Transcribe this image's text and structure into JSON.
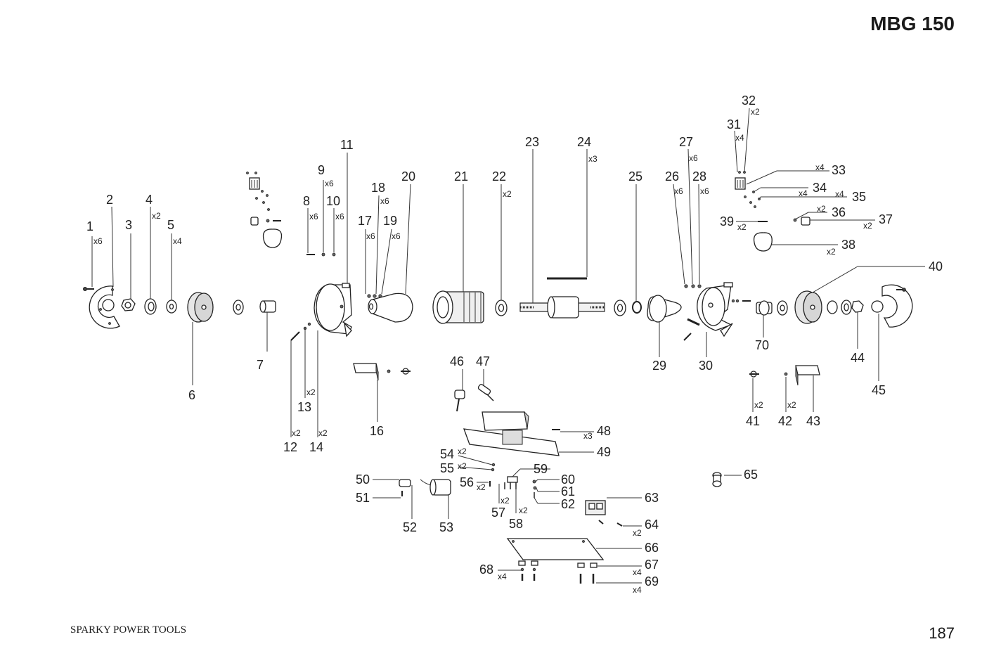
{
  "header": {
    "model": "MBG 150"
  },
  "footer": {
    "brand": "SPARKY POWER TOOLS",
    "page": "187"
  },
  "labels": [
    {
      "n": "1",
      "q": "x6"
    },
    {
      "n": "2",
      "q": ""
    },
    {
      "n": "3",
      "q": ""
    },
    {
      "n": "4",
      "q": "x2"
    },
    {
      "n": "5",
      "q": "x4"
    },
    {
      "n": "6",
      "q": ""
    },
    {
      "n": "7",
      "q": ""
    },
    {
      "n": "8",
      "q": "x6"
    },
    {
      "n": "9",
      "q": "x6"
    },
    {
      "n": "10",
      "q": "x6"
    },
    {
      "n": "11",
      "q": ""
    },
    {
      "n": "12",
      "q": "x2"
    },
    {
      "n": "13",
      "q": "x2"
    },
    {
      "n": "14",
      "q": "x2"
    },
    {
      "n": "16",
      "q": ""
    },
    {
      "n": "17",
      "q": "x6"
    },
    {
      "n": "18",
      "q": "x6"
    },
    {
      "n": "19",
      "q": "x6"
    },
    {
      "n": "20",
      "q": ""
    },
    {
      "n": "21",
      "q": ""
    },
    {
      "n": "22",
      "q": "x2"
    },
    {
      "n": "23",
      "q": ""
    },
    {
      "n": "24",
      "q": "x3"
    },
    {
      "n": "25",
      "q": ""
    },
    {
      "n": "26",
      "q": "x6"
    },
    {
      "n": "27",
      "q": "x6"
    },
    {
      "n": "28",
      "q": "x6"
    },
    {
      "n": "29",
      "q": ""
    },
    {
      "n": "30",
      "q": ""
    },
    {
      "n": "31",
      "q": "x4"
    },
    {
      "n": "32",
      "q": "x2"
    },
    {
      "n": "33",
      "q": "x4"
    },
    {
      "n": "34",
      "q": "x4"
    },
    {
      "n": "35",
      "q": "x4"
    },
    {
      "n": "36",
      "q": "x2"
    },
    {
      "n": "37",
      "q": "x2"
    },
    {
      "n": "38",
      "q": "x2"
    },
    {
      "n": "39",
      "q": "x2"
    },
    {
      "n": "40",
      "q": ""
    },
    {
      "n": "41",
      "q": "x2"
    },
    {
      "n": "42",
      "q": "x2"
    },
    {
      "n": "43",
      "q": ""
    },
    {
      "n": "44",
      "q": ""
    },
    {
      "n": "45",
      "q": ""
    },
    {
      "n": "46",
      "q": ""
    },
    {
      "n": "47",
      "q": ""
    },
    {
      "n": "48",
      "q": "x3"
    },
    {
      "n": "49",
      "q": ""
    },
    {
      "n": "50",
      "q": ""
    },
    {
      "n": "51",
      "q": ""
    },
    {
      "n": "52",
      "q": ""
    },
    {
      "n": "53",
      "q": ""
    },
    {
      "n": "54",
      "q": "x2"
    },
    {
      "n": "55",
      "q": "x2"
    },
    {
      "n": "56",
      "q": "x2"
    },
    {
      "n": "57",
      "q": "x2"
    },
    {
      "n": "58",
      "q": "x2"
    },
    {
      "n": "59",
      "q": ""
    },
    {
      "n": "60",
      "q": ""
    },
    {
      "n": "61",
      "q": ""
    },
    {
      "n": "62",
      "q": ""
    },
    {
      "n": "63",
      "q": ""
    },
    {
      "n": "64",
      "q": "x2"
    },
    {
      "n": "65",
      "q": ""
    },
    {
      "n": "66",
      "q": ""
    },
    {
      "n": "67",
      "q": "x4"
    },
    {
      "n": "68",
      "q": "x4"
    },
    {
      "n": "69",
      "q": "x4"
    },
    {
      "n": "70",
      "q": ""
    }
  ]
}
